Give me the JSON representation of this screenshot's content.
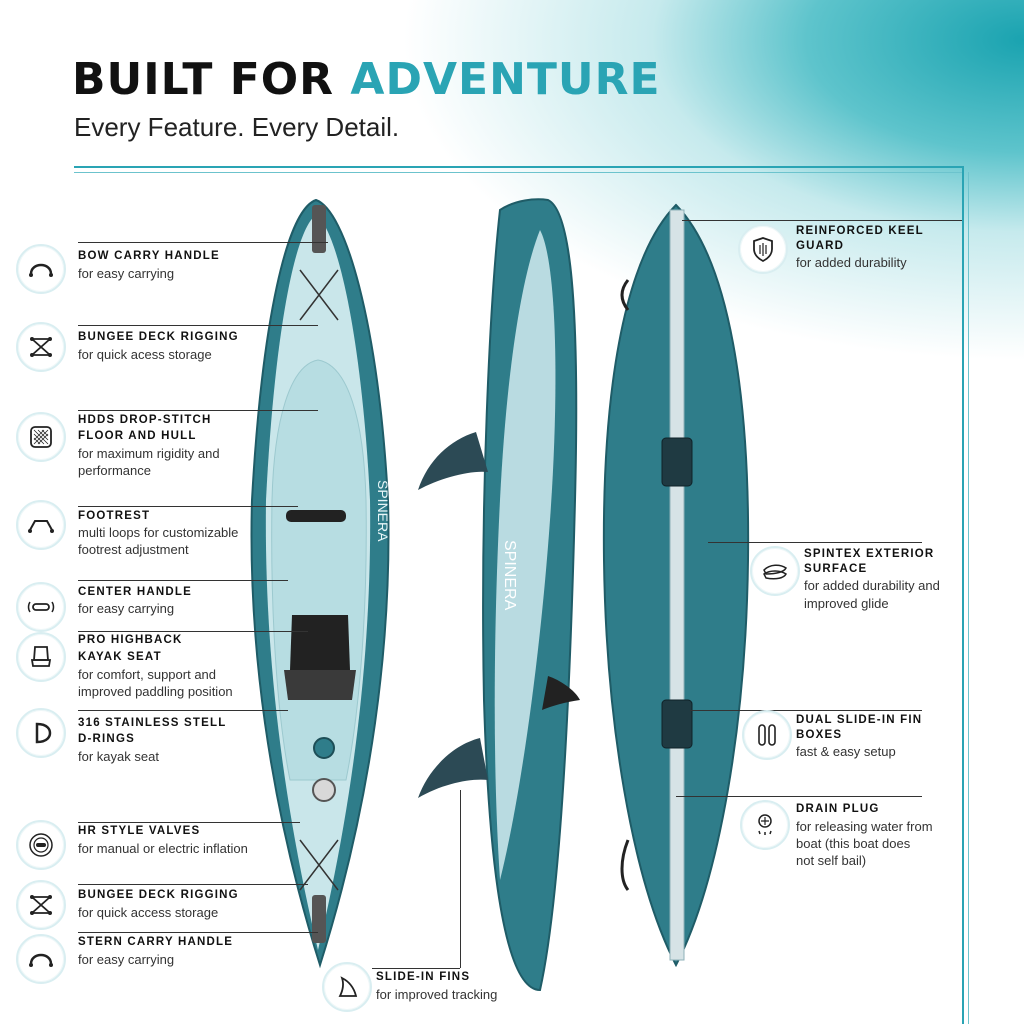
{
  "header": {
    "title_part1": "BUILT FOR ",
    "title_part2": "ADVENTURE",
    "subtitle": "Every Feature. Every Detail."
  },
  "brand": "SPINERA",
  "colors": {
    "accent": "#2aa4b4",
    "hull": "#2f7d8a",
    "deck": "#c9e6ea"
  },
  "left_features": [
    {
      "label": "BOW CARRY HANDLE",
      "desc": "for easy carrying",
      "icon": "handle-icon"
    },
    {
      "label": "BUNGEE DECK RIGGING",
      "desc": "for quick acess storage",
      "icon": "bungee-icon"
    },
    {
      "label_line1": "HDDS DROP-STITCH",
      "label_line2": "FLOOR AND HULL",
      "desc_line1": "for maximum rigidity and",
      "desc_line2": "performance",
      "icon": "dropstitch-icon"
    },
    {
      "label": "FOOTREST",
      "desc_line1": "multi loops for customizable",
      "desc_line2": "footrest adjustment",
      "icon": "footrest-icon"
    },
    {
      "label": "CENTER HANDLE",
      "desc": "for easy carrying",
      "icon": "center-handle-icon"
    },
    {
      "label_line1": "PRO HIGHBACK",
      "label_line2": "KAYAK SEAT",
      "desc_line1": "for comfort, support and",
      "desc_line2": "improved paddling position",
      "icon": "seat-icon"
    },
    {
      "label_line1": "316 STAINLESS STELL",
      "label_line2": "D-RINGS",
      "desc": "for kayak seat",
      "icon": "d-ring-icon"
    },
    {
      "label": "HR STYLE VALVES",
      "desc": "for manual or electric inflation",
      "icon": "valve-icon"
    },
    {
      "label": "BUNGEE DECK RIGGING",
      "desc": "for quick access storage",
      "icon": "bungee-icon"
    },
    {
      "label": "STERN CARRY HANDLE",
      "desc": "for easy carrying",
      "icon": "handle-icon"
    }
  ],
  "bottom_feature": {
    "label": "SLIDE-IN FINS",
    "desc": "for improved tracking",
    "icon": "fin-icon"
  },
  "right_features": [
    {
      "label_line1": "REINFORCED KEEL",
      "label_line2": "GUARD",
      "desc": "for added durability",
      "icon": "shield-icon"
    },
    {
      "label_line1": "SPINTEX EXTERIOR",
      "label_line2": "SURFACE",
      "desc_line1": "for added durability and",
      "desc_line2": "improved glide",
      "icon": "surface-icon"
    },
    {
      "label_line1": "DUAL SLIDE-IN FIN",
      "label_line2": "BOXES",
      "desc": "fast & easy setup",
      "icon": "fin-box-icon"
    },
    {
      "label": "DRAIN PLUG",
      "desc_line1": "for releasing water from",
      "desc_line2": "boat (this boat does",
      "desc_line3": "not self bail)",
      "icon": "drain-icon"
    }
  ]
}
